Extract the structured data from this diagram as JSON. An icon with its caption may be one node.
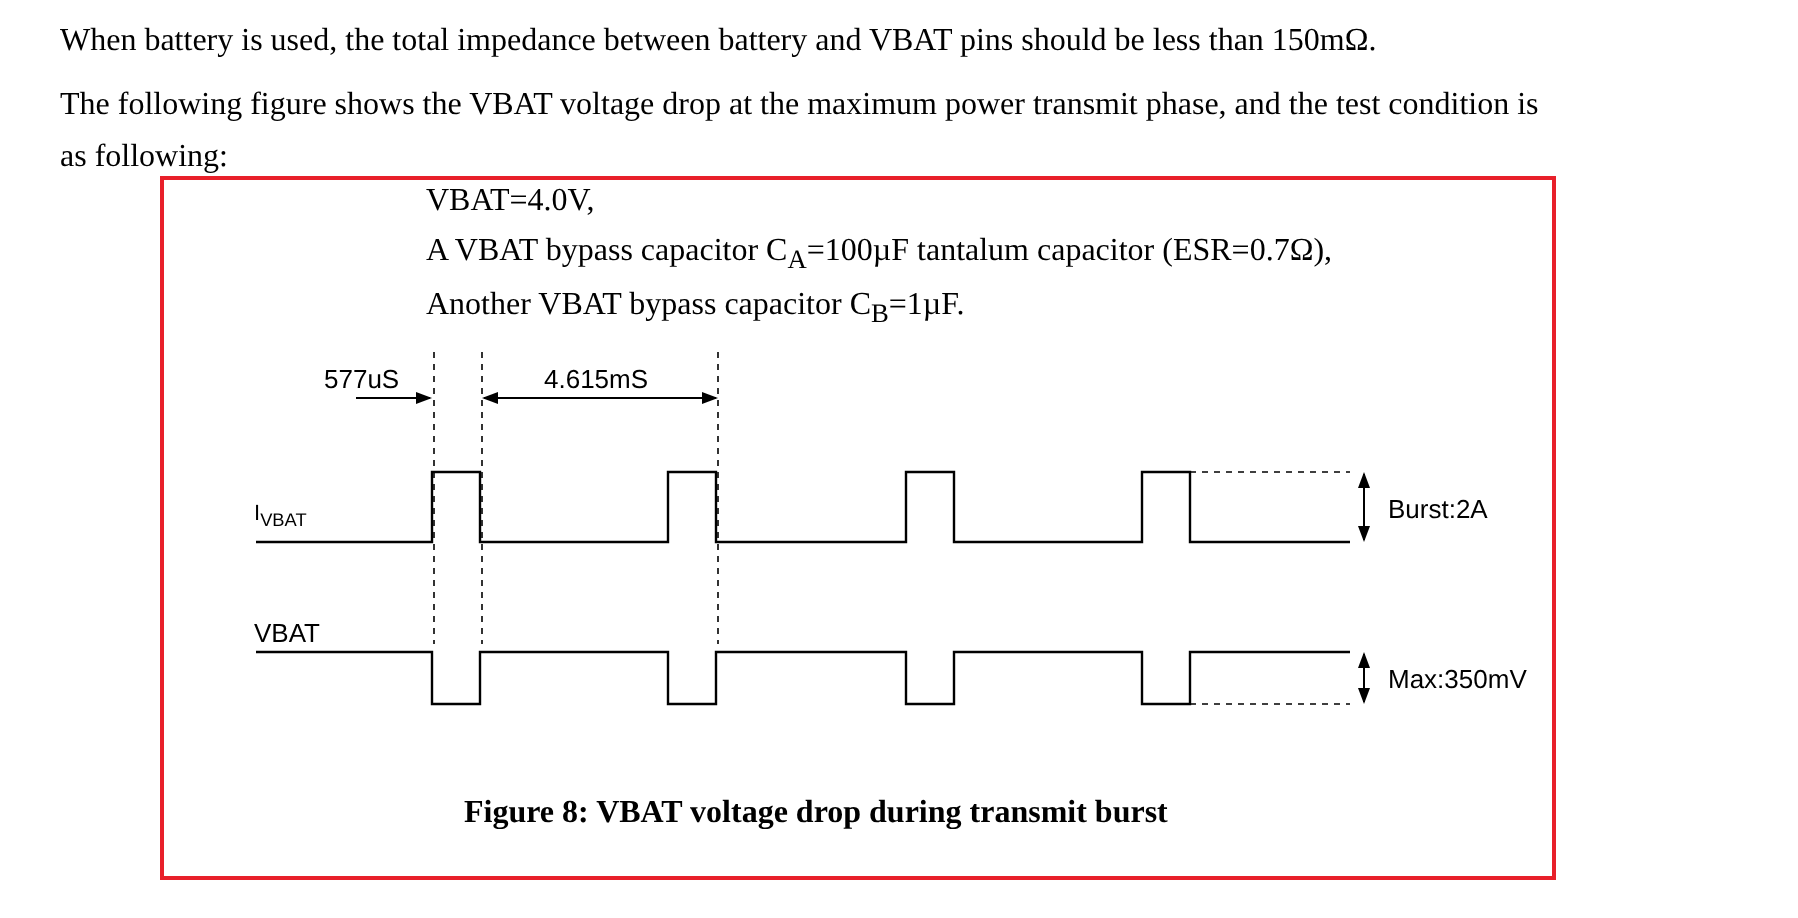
{
  "diagram": {
    "caption": "Figure 8: VBAT voltage drop during transmit burst",
    "labels": [
      "When battery is used, the total impedance between battery and VBAT pins should be less than 150mΩ.",
      "The following figure shows the VBAT voltage drop at the maximum power transmit phase, and the test condition is as following:",
      "VBAT=4.0V,",
      "A VBAT bypass capacitor C$_{A}$=100µF tantalum capacitor (ESR=0.7Ω),",
      "Another VBAT bypass capacitor C$_{B}$=1µF.",
      "577uS",
      "4.615mS",
      "I$_{VBAT}$",
      "VBAT",
      "Burst:2A",
      "Max:350mV"
    ]
  }
}
